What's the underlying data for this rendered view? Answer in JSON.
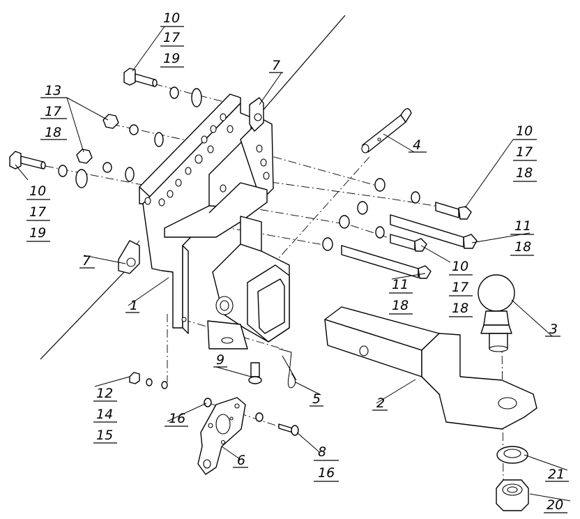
{
  "callouts": [
    {
      "id": "c10a",
      "lines": [
        "10",
        "17",
        "19"
      ]
    },
    {
      "id": "c7a",
      "lines": [
        "7"
      ]
    },
    {
      "id": "c13",
      "lines": [
        "13",
        "17",
        "18"
      ]
    },
    {
      "id": "c4",
      "lines": [
        "4"
      ]
    },
    {
      "id": "c10b",
      "lines": [
        "10",
        "17",
        "18"
      ]
    },
    {
      "id": "c10c",
      "lines": [
        "10",
        "17",
        "19"
      ]
    },
    {
      "id": "c11a",
      "lines": [
        "11",
        "18"
      ]
    },
    {
      "id": "c7b",
      "lines": [
        "7"
      ]
    },
    {
      "id": "c10d",
      "lines": [
        "10",
        "17",
        "18"
      ]
    },
    {
      "id": "c11b",
      "lines": [
        "11",
        "18"
      ]
    },
    {
      "id": "c3",
      "lines": [
        "3"
      ]
    },
    {
      "id": "c1",
      "lines": [
        "1"
      ]
    },
    {
      "id": "c9",
      "lines": [
        "9"
      ]
    },
    {
      "id": "c5",
      "lines": [
        "5"
      ]
    },
    {
      "id": "c2",
      "lines": [
        "2"
      ]
    },
    {
      "id": "c12",
      "lines": [
        "12",
        "14",
        "15"
      ]
    },
    {
      "id": "c16",
      "lines": [
        "16"
      ]
    },
    {
      "id": "c6",
      "lines": [
        "6"
      ]
    },
    {
      "id": "c8",
      "lines": [
        "8",
        "16"
      ]
    },
    {
      "id": "c21",
      "lines": [
        "21"
      ]
    },
    {
      "id": "c20",
      "lines": [
        "20"
      ]
    }
  ]
}
